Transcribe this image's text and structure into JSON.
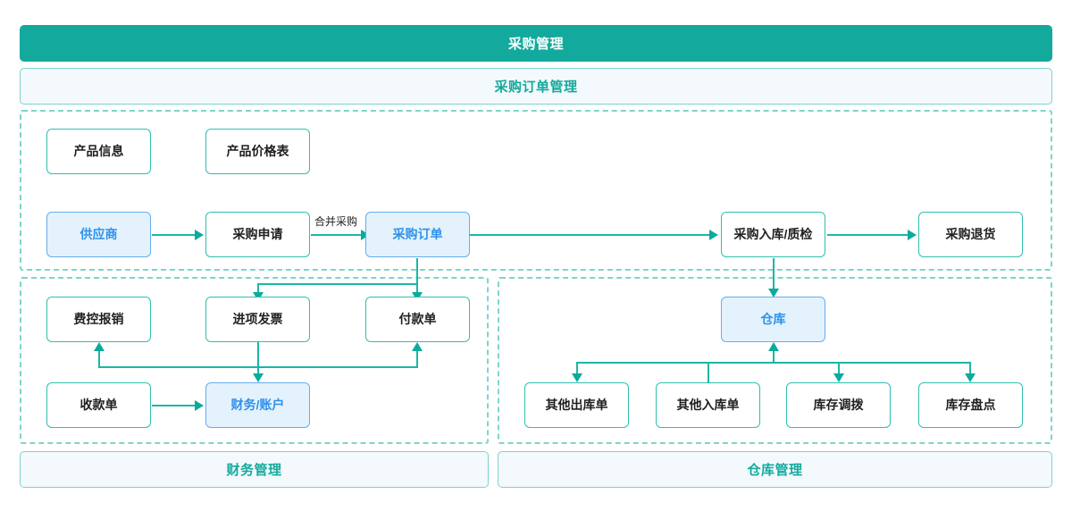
{
  "header": {
    "main_title": "采购管理",
    "sub_title": "采购订单管理"
  },
  "footers": {
    "finance": "财务管理",
    "warehouse": "仓库管理"
  },
  "colors": {
    "brand_teal": "#13aa9d",
    "line_teal": "#1bb6a6",
    "border_teal": "#30bfaf",
    "dashed_teal": "#7fd4cb",
    "banner_bg": "#f3f9fc",
    "highlight_blue_bg": "#e4f2fd",
    "highlight_blue_border": "#64adee",
    "highlight_blue_text": "#2f92e8",
    "node_text": "#1f1f1f"
  },
  "order_section": {
    "nodes": [
      {
        "id": "product-info",
        "label": "产品信息",
        "style": "teal"
      },
      {
        "id": "product-price",
        "label": "产品价格表",
        "style": "teal"
      },
      {
        "id": "supplier",
        "label": "供应商",
        "style": "blue"
      },
      {
        "id": "purchase-request",
        "label": "采购申请",
        "style": "teal"
      },
      {
        "id": "purchase-order",
        "label": "采购订单",
        "style": "blue"
      },
      {
        "id": "purchase-inbound",
        "label": "采购入库/质检",
        "style": "teal"
      },
      {
        "id": "purchase-return",
        "label": "采购退货",
        "style": "teal"
      }
    ],
    "edge_labels": [
      {
        "id": "merge-purchase",
        "label": "合并采购"
      }
    ]
  },
  "finance_section": {
    "nodes": [
      {
        "id": "expense-claim",
        "label": "费控报销",
        "style": "teal"
      },
      {
        "id": "input-invoice",
        "label": "进项发票",
        "style": "teal"
      },
      {
        "id": "payment-order",
        "label": "付款单",
        "style": "teal"
      },
      {
        "id": "receipt-order",
        "label": "收款单",
        "style": "teal"
      },
      {
        "id": "finance-account",
        "label": "财务/账户",
        "style": "blue"
      }
    ]
  },
  "warehouse_section": {
    "nodes": [
      {
        "id": "warehouse",
        "label": "仓库",
        "style": "blue"
      },
      {
        "id": "other-outbound",
        "label": "其他出库单",
        "style": "teal"
      },
      {
        "id": "other-inbound",
        "label": "其他入库单",
        "style": "teal"
      },
      {
        "id": "stock-transfer",
        "label": "库存调拨",
        "style": "teal"
      },
      {
        "id": "stock-count",
        "label": "库存盘点",
        "style": "teal"
      }
    ]
  }
}
